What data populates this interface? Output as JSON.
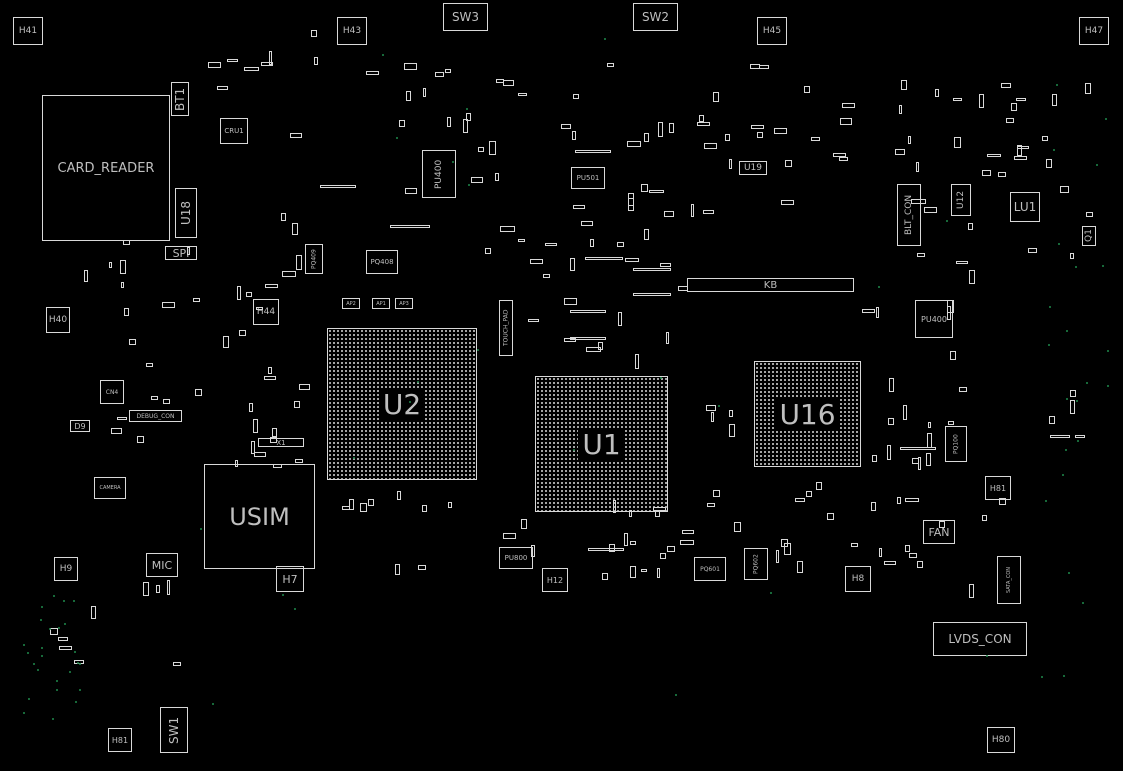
{
  "labels": {
    "h41": "H41",
    "h43": "H43",
    "sw3": "SW3",
    "sw2": "SW2",
    "h45": "H45",
    "h47": "H47",
    "card_reader": "CARD_READER",
    "bt1": "BT1",
    "cru1": "CRU1",
    "u18": "U18",
    "spi": "SPI",
    "pu400a": "PU400",
    "pu501": "PU501",
    "u19": "U19",
    "blt_con": "BLT_CON",
    "u12": "U12",
    "lu1": "LU1",
    "q1": "Q1",
    "pq409": "PQ409",
    "pq408": "PQ408",
    "kb": "KB",
    "h40": "H40",
    "h44": "H44",
    "touch_pad": "TOUCH_PAD",
    "u2": "U2",
    "u1": "U1",
    "u16": "U16",
    "pu400b": "PU400",
    "pq100": "PQ100",
    "cn4": "CN4",
    "debug_con": "DEBUG_CON",
    "d9": "D9",
    "x1": "X1",
    "camera": "CAMERA",
    "usim": "USIM",
    "mic": "MIC",
    "h9": "H9",
    "h7": "H7",
    "pu800": "PU800",
    "h12": "H12",
    "pq601": "PQ601",
    "pq602": "PQ602",
    "h8": "H8",
    "h81a": "H81",
    "fan": "FAN",
    "lvds_con": "LVDS_CON",
    "sw1": "SW1",
    "h81b": "H81",
    "h80": "H80",
    "cn_pin": "SATA_CON",
    "ap1": "AP1",
    "ap2": "AP2",
    "ap3": "AP3"
  }
}
